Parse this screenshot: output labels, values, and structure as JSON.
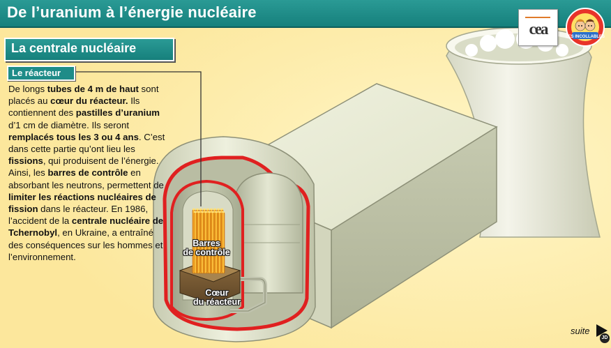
{
  "header": {
    "title": "De l’uranium à l’énergie nucléaire",
    "logo_cea": "cea",
    "logo_incollables": "LES INCOLLABLES"
  },
  "section": {
    "title": "La centrale nucléaire",
    "subtitle": "Le réacteur"
  },
  "body": {
    "segments": [
      {
        "t": "De longs ",
        "b": false
      },
      {
        "t": "tubes de 4 m de haut",
        "b": true
      },
      {
        "t": " sont placés au ",
        "b": false
      },
      {
        "t": "cœur du réacteur.",
        "b": true
      },
      {
        "t": " Ils contiennent des ",
        "b": false
      },
      {
        "t": "pastilles d’uranium",
        "b": true
      },
      {
        "t": " d’1 cm de diamètre. Ils seront ",
        "b": false
      },
      {
        "t": "remplacés tous les 3 ou 4 ans",
        "b": true
      },
      {
        "t": ". C’est dans cette partie qu’ont lieu les ",
        "b": false
      },
      {
        "t": "fissions",
        "b": true
      },
      {
        "t": ", qui produisent de l’énergie. Ainsi, les ",
        "b": false
      },
      {
        "t": "barres de contrôle",
        "b": true
      },
      {
        "t": " en absorbant les neutrons, permettent de ",
        "b": false
      },
      {
        "t": "limiter les réactions nucléaires de fission",
        "b": true
      },
      {
        "t": " dans le réacteur. En 1986, l’accident de la ",
        "b": false
      },
      {
        "t": "centrale nucléaire de Tchernobyl",
        "b": true
      },
      {
        "t": ", en Ukraine, a entraîné des conséquences sur les hommes et l’environnement.",
        "b": false
      }
    ]
  },
  "diagram": {
    "label_control_rods_1": "Barres",
    "label_control_rods_2": "de contrôle",
    "label_core_1": "Cœur",
    "label_core_2": "du réacteur"
  },
  "nav": {
    "next_label": "suite",
    "next_badge": "JD"
  },
  "colors": {
    "teal": "#1e8c88",
    "background": "#fdeeb0",
    "containment_red": "#e02020",
    "fuel_orange": "#f5a623"
  }
}
